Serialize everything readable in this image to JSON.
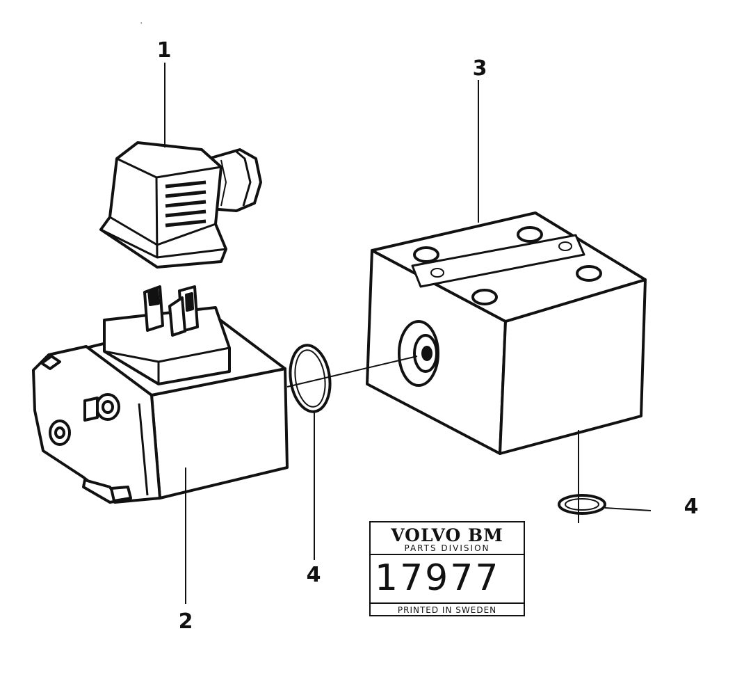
{
  "callouts": {
    "c1": "1",
    "c2": "2",
    "c3": "3",
    "c4a": "4",
    "c4b": "4"
  },
  "label": {
    "brand": "VOLVO BM",
    "division": "PARTS DIVISION",
    "number": "17977",
    "printed": "PRINTED IN SWEDEN"
  },
  "parts": {
    "p1": "connector-plug",
    "p2": "solenoid-coil",
    "p3": "valve-block",
    "p4": "o-ring"
  }
}
